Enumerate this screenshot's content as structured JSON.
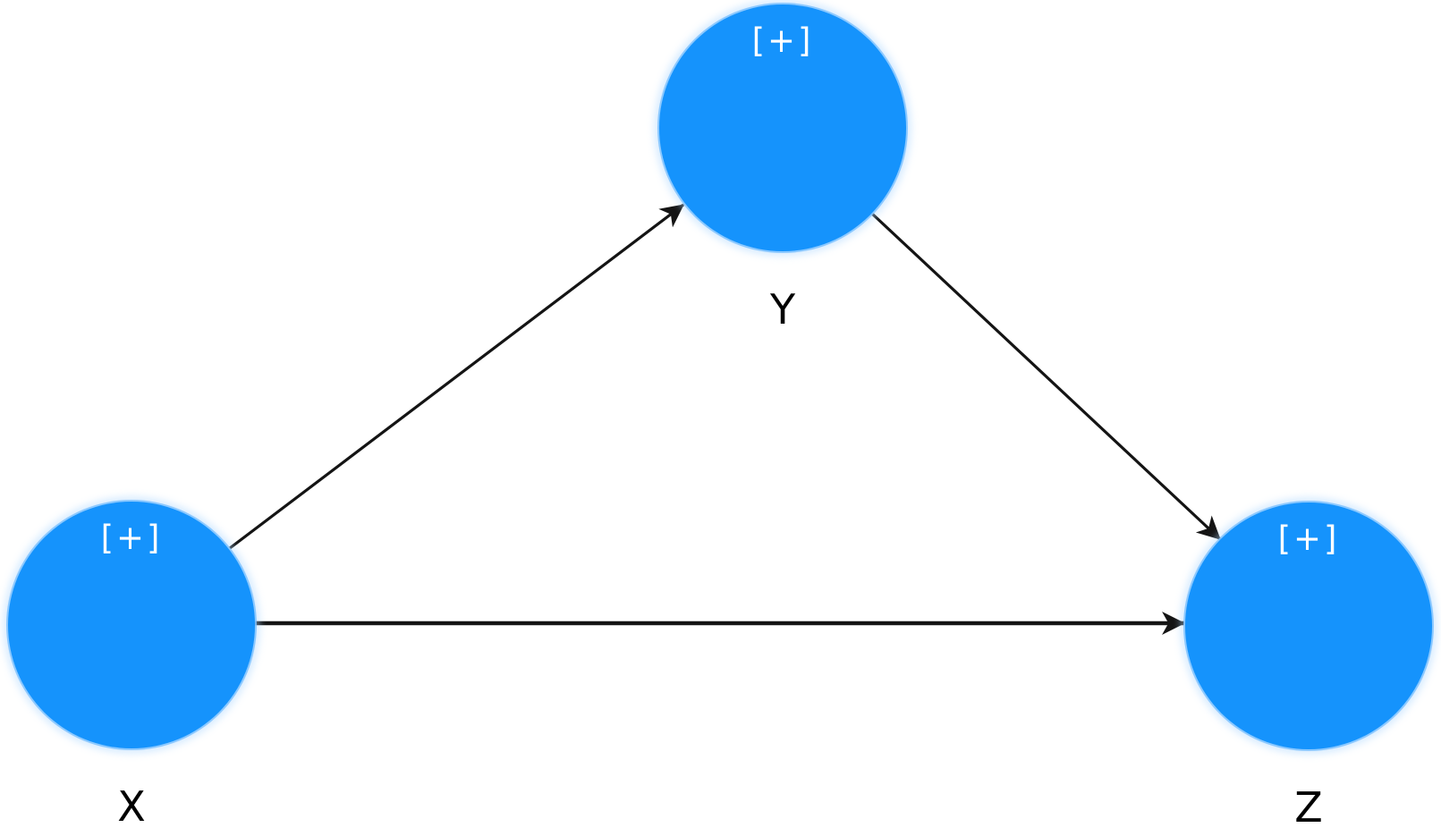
{
  "diagram": {
    "type": "structural-path-model",
    "background_color": "#ffffff",
    "node_fill_color": "#1593fc",
    "node_badge_color": "#ffffff",
    "edge_color": "#141414",
    "label_color": "#000000",
    "nodes": [
      {
        "id": "X",
        "label": "X",
        "badge": "[+]"
      },
      {
        "id": "Y",
        "label": "Y",
        "badge": "[+]"
      },
      {
        "id": "Z",
        "label": "Z",
        "badge": "[+]"
      }
    ],
    "edges": [
      {
        "from": "X",
        "to": "Y"
      },
      {
        "from": "Y",
        "to": "Z"
      },
      {
        "from": "X",
        "to": "Z"
      }
    ]
  }
}
